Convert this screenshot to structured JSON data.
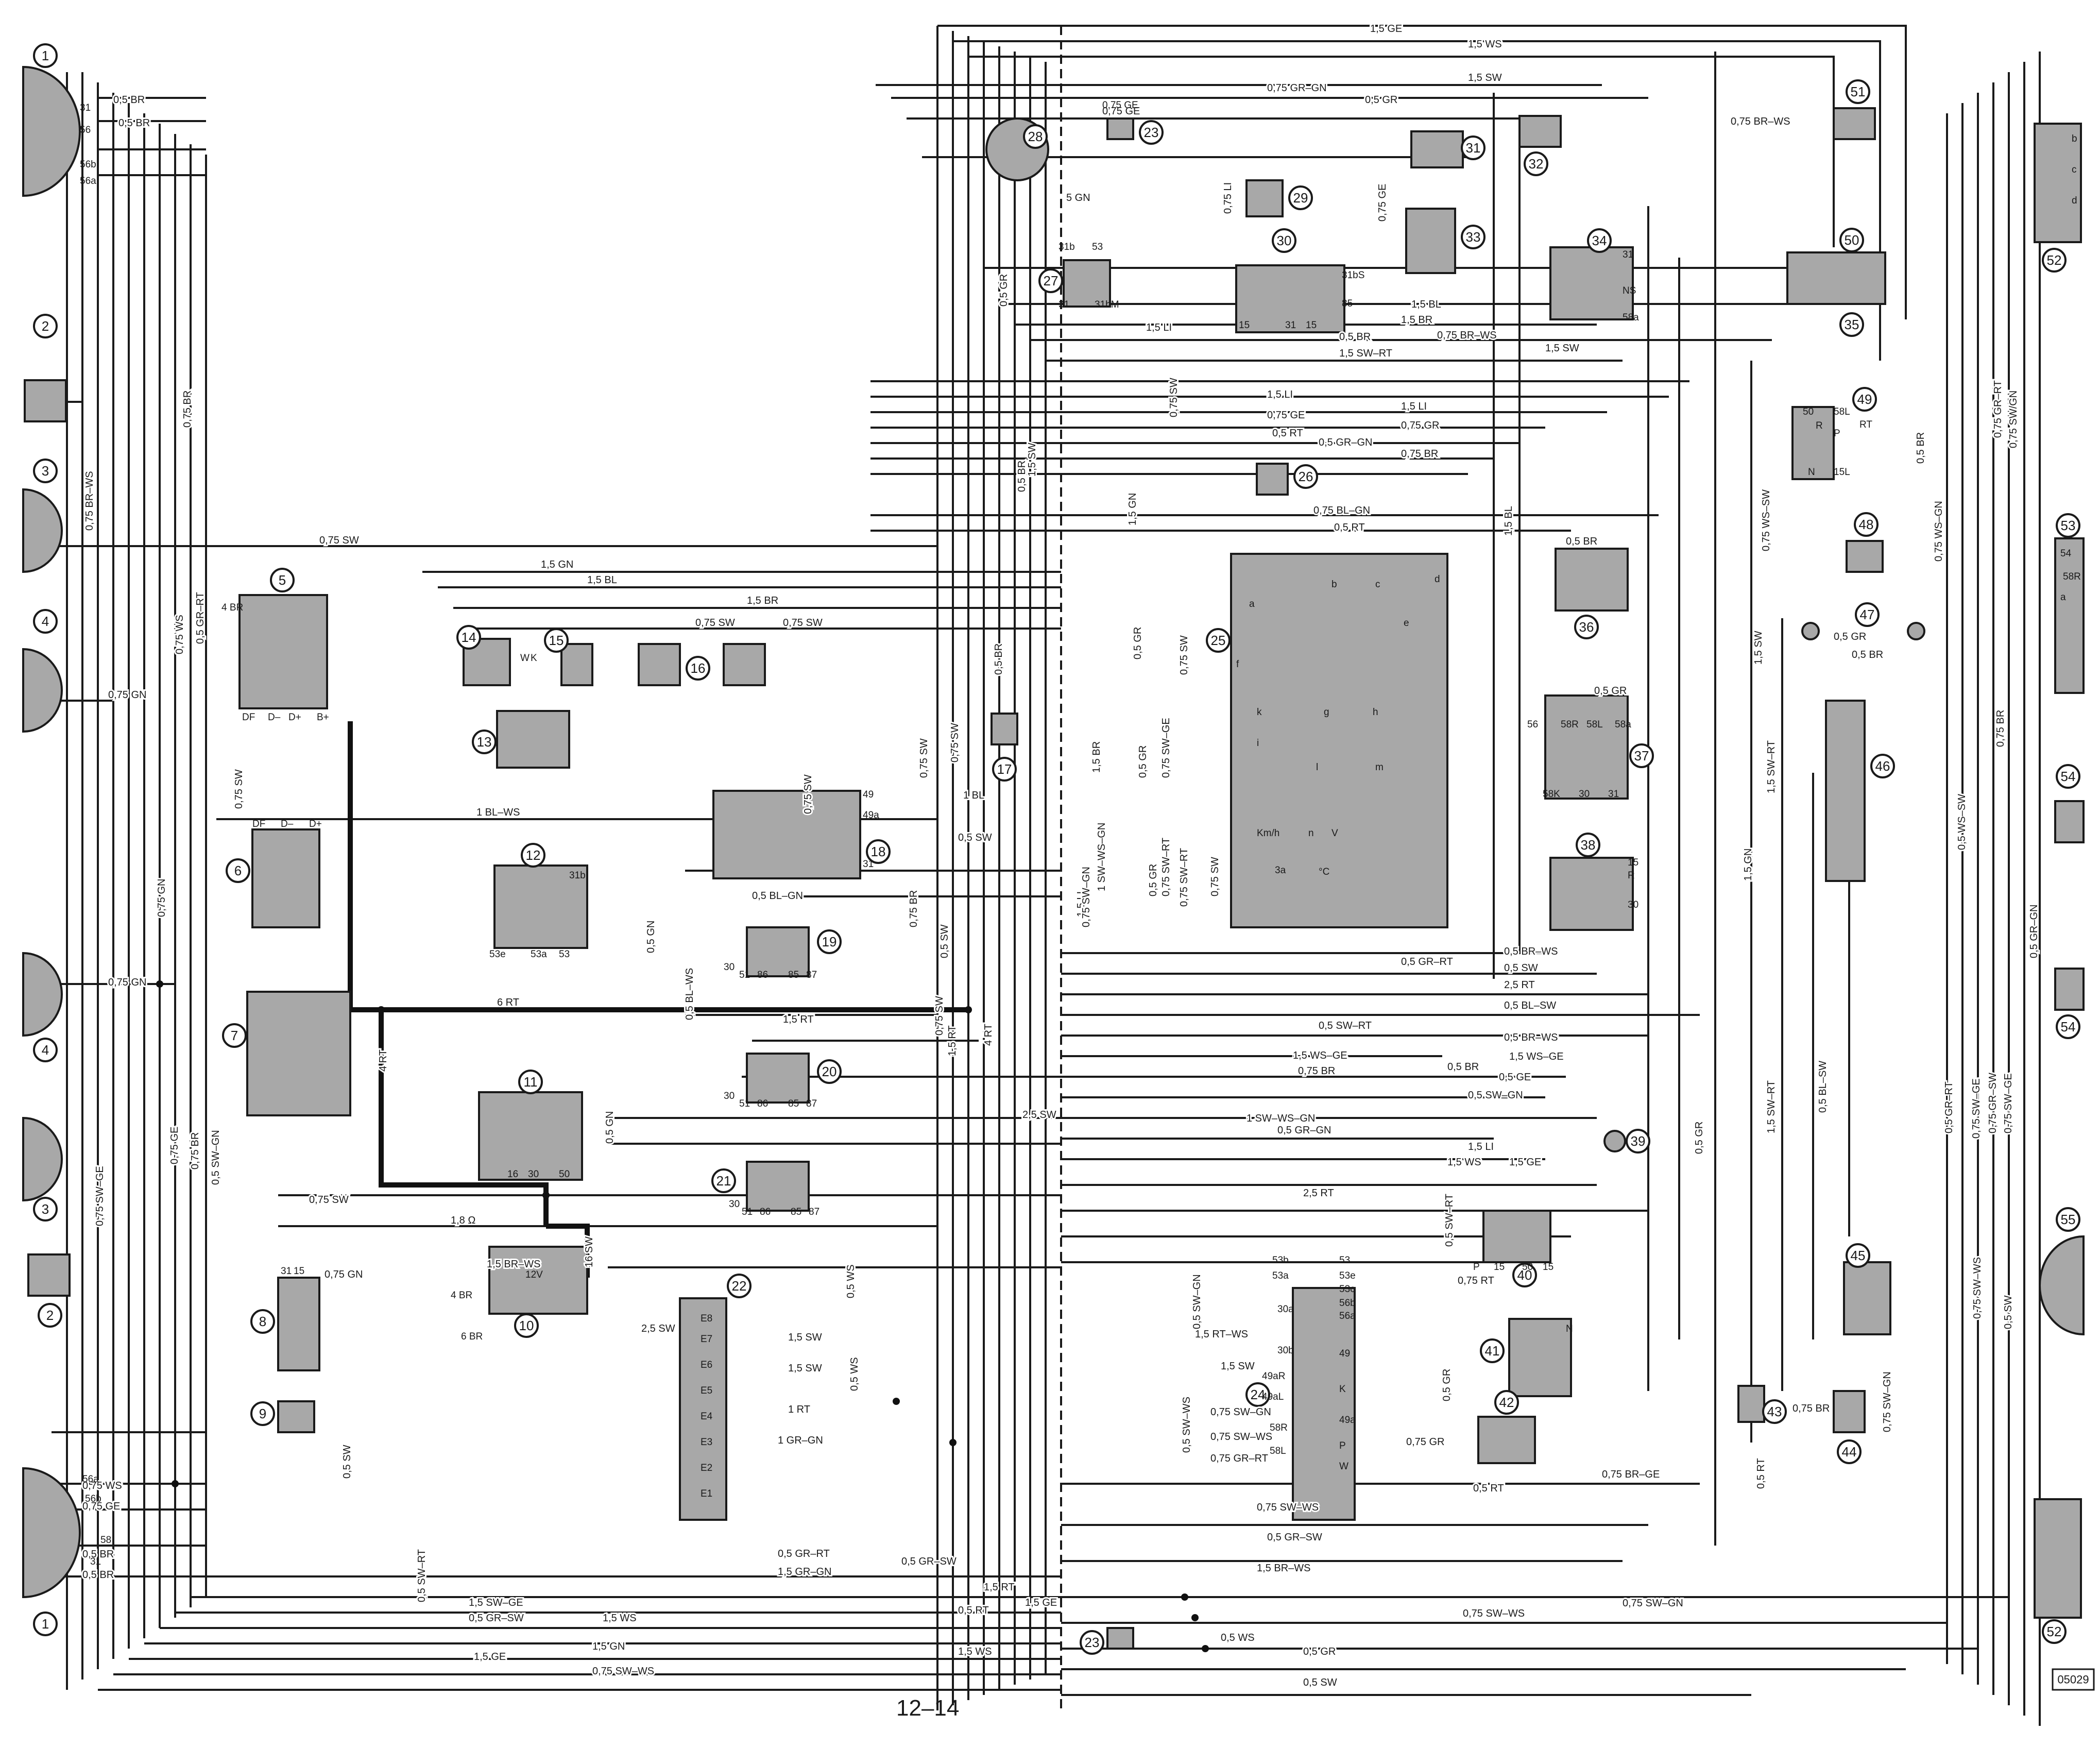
{
  "page_number": "12–14",
  "drawing_ref": "05029",
  "component_markers": [
    "1",
    "2",
    "3",
    "4",
    "5",
    "6",
    "7",
    "8",
    "9",
    "10",
    "11",
    "12",
    "13",
    "14",
    "15",
    "16",
    "17",
    "18",
    "19",
    "20",
    "21",
    "22",
    "23",
    "24",
    "25",
    "26",
    "27",
    "28",
    "29",
    "30",
    "31",
    "32",
    "33",
    "34",
    "35",
    "36",
    "37",
    "38",
    "39",
    "40",
    "41",
    "42",
    "43",
    "44",
    "45",
    "46",
    "47",
    "48",
    "49",
    "50",
    "51",
    "52",
    "53",
    "54",
    "55"
  ],
  "wire_labels_horizontal": [
    "1,5 GE",
    "1,5 WS",
    "1,5 SW",
    "0,75 GR–GN",
    "0,5 GR",
    "0,75 GE",
    "0,75 BR–WS",
    "0,5 BR",
    "0,5 BR",
    "1,5 BL",
    "0,75 BR–WS",
    "1,5 BR",
    "1,5 SW",
    "1,5 LI",
    "0,5 BR",
    "1,5 SW–RT",
    "1,5 LI",
    "1,5 LI",
    "0,75 GE",
    "0,75 GR",
    "0,5 RT",
    "0,5 GR–GN",
    "0,75 BR",
    "0,75 BL–GN",
    "0,5 RT",
    "0,75 SW",
    "1,5 GN",
    "1,5 BL",
    "1,5 BR",
    "0,75 SW",
    "0,75 SW",
    "1 BL–WS",
    "1 BL",
    "0,5 SW",
    "0,5 BL–GN",
    "1,5 RT",
    "6 RT",
    "0,75 SW",
    "1,8 Ω",
    "1,5 BR–WS",
    "0,75 GN",
    "0,75 GN",
    "2,5 SW",
    "2,5 SW",
    "1,5 SW",
    "1,5 SW",
    "1 RT",
    "1 GR–GN",
    "0,5 GR–RT",
    "0,5 GR–SW",
    "1,5 GR–GN",
    "1,5 RT",
    "1,5 SW–GE",
    "1,5 GE",
    "0,5 GR–SW",
    "1,5 WS",
    "0,5 RT",
    "1,5 GE",
    "1,5 GN",
    "1,5 WS",
    "0,75 SW–WS",
    "0,5 GR–RT",
    "0,5 BR–WS",
    "0,5 SW",
    "2,5 RT",
    "0,5 BL–SW",
    "0,5 BR–WS",
    "0,5 SW–RT",
    "1,5 WS–GE",
    "1,5 WS–GE",
    "0,5 BR",
    "0,5 GE",
    "0,75 BR",
    "0,5 SW–GN",
    "1 SW–WS–GN",
    "0,5 GR–GN",
    "1,5 LI",
    "1,5 GE",
    "1,5 WS",
    "2,5 RT",
    "0,75 RT",
    "0,75 GR",
    "0,5 RT",
    "0,75 BR–GE",
    "0,75 SW–WS",
    "0,5 GR–SW",
    "1,5 BR–WS",
    "0,75 SW–WS",
    "0,75 SW–GN",
    "0,5 WS",
    "0,5 GR",
    "0,5 SW",
    "0,75 BR",
    "0,5 GR",
    "0,5 BR",
    "0,5 GR",
    "0,5 BR",
    "0,75 WS",
    "0,75 GE",
    "0,5 BR",
    "0,5 BR",
    "0,75 GN",
    "5 GN",
    "1,5 RT–WS",
    "1,5 SW",
    "0,75 SW–GN",
    "0,75 SW–WS",
    "0,75 GR–RT"
  ],
  "wire_labels_vertical": [
    "0,75 BR",
    "0,75 BR–WS",
    "0,75 WS",
    "0,5 GR–RT",
    "0,75 GN",
    "0,75 SW–GE",
    "0,75 GE",
    "0,75 BR",
    "0,5 SW–GN",
    "0,75 SW",
    "0,5 GN",
    "0,5 BL–WS",
    "0,75 SW",
    "0,5 SW",
    "0,5 SW–RT",
    "0,5 WS",
    "0,5 GN",
    "4 RT",
    "16 SW",
    "0,5 GR",
    "0,5 BR",
    "0,5 BR",
    "1,5 GN",
    "1,5 BR",
    "1 SW–WS–GN",
    "1,5 LI",
    "1,5 RT",
    "4 RT",
    "0,75 SW",
    "0,75 SW",
    "0,5 SW",
    "0,75 BR",
    "0,5 WS",
    "1,5 BL",
    "0,75 SW",
    "0,5 GR",
    "0,75 SW–GE",
    "0,75 SW–RT",
    "0,5 GR",
    "0,75 SW–RT",
    "0,75 SW",
    "0,5 SW–GN",
    "0,5 SW–WS",
    "0,75 GE",
    "0,75 LI",
    "0,5 GR",
    "1,5 SW",
    "1,5 SW–RT",
    "1,5 GN",
    "0,5 GR",
    "1,5 SW–RT",
    "0,5 BL–SW",
    "0,5 SW–RT",
    "0,75 GR–RT",
    "0,75 SW/GN",
    "0,5 BR",
    "0,75 WS–SW",
    "0,75 WS–GN",
    "0,75 BR",
    "0,5 WS–SW",
    "0,5 GR–GN",
    "0,5 GR–RT",
    "0,75 SW–GE",
    "0,75 GR–SW",
    "0,75 SW–GE",
    "0,75 SW–WS",
    "0,5 SW",
    "0,5 RT",
    "0,75 SW–GN",
    "0,75 SW",
    "1,5 SW",
    "0,75 SW–GN",
    "0,5 GR",
    "0,75 SW"
  ],
  "terminal_labels": [
    "31",
    "56",
    "56b",
    "56a",
    "56a",
    "31",
    "56b",
    "58",
    "0,75 GE",
    "4 BR",
    "DF",
    "D–",
    "D+",
    "B+",
    "DF",
    "D–",
    "D+",
    "W",
    "K",
    "53e",
    "53a",
    "53",
    "31b",
    "49",
    "49a",
    "31",
    "30",
    "51",
    "86",
    "85",
    "87",
    "30",
    "51",
    "86",
    "85",
    "87",
    "30",
    "51",
    "86",
    "85",
    "87",
    "16",
    "30",
    "50",
    "31",
    "15",
    "4 BR",
    "6 BR",
    "12V",
    "E8",
    "E7",
    "E6",
    "E5",
    "E4",
    "E3",
    "E2",
    "E1",
    "53b",
    "53a",
    "53",
    "53e",
    "53c",
    "56b",
    "56a",
    "30a",
    "49",
    "30b",
    "K",
    "49a",
    "49aR",
    "49aL",
    "P",
    "58R",
    "58L",
    "W",
    "a",
    "b",
    "c",
    "d",
    "e",
    "f",
    "g",
    "h",
    "i",
    "k",
    "l",
    "m",
    "n",
    "V",
    "Km/h",
    "°C",
    "3a",
    "31b",
    "53",
    "31",
    "31bM",
    "31bS",
    "85",
    "15",
    "31",
    "15",
    "31",
    "NS",
    "58a",
    "56",
    "58R",
    "58L",
    "58a",
    "58K",
    "30",
    "31",
    "15",
    "R",
    "30",
    "P",
    "15",
    "50",
    "15",
    "N",
    "R",
    "P",
    "RT",
    "N",
    "15L",
    "50",
    "58L",
    "54",
    "58R",
    "a",
    "b",
    "c",
    "d"
  ],
  "icons": [
    "lamp-icon",
    "relay-icon",
    "motor-icon",
    "gauge-icon",
    "switch-icon",
    "horn-icon",
    "battery-icon",
    "fuse-icon",
    "speaker-icon"
  ]
}
